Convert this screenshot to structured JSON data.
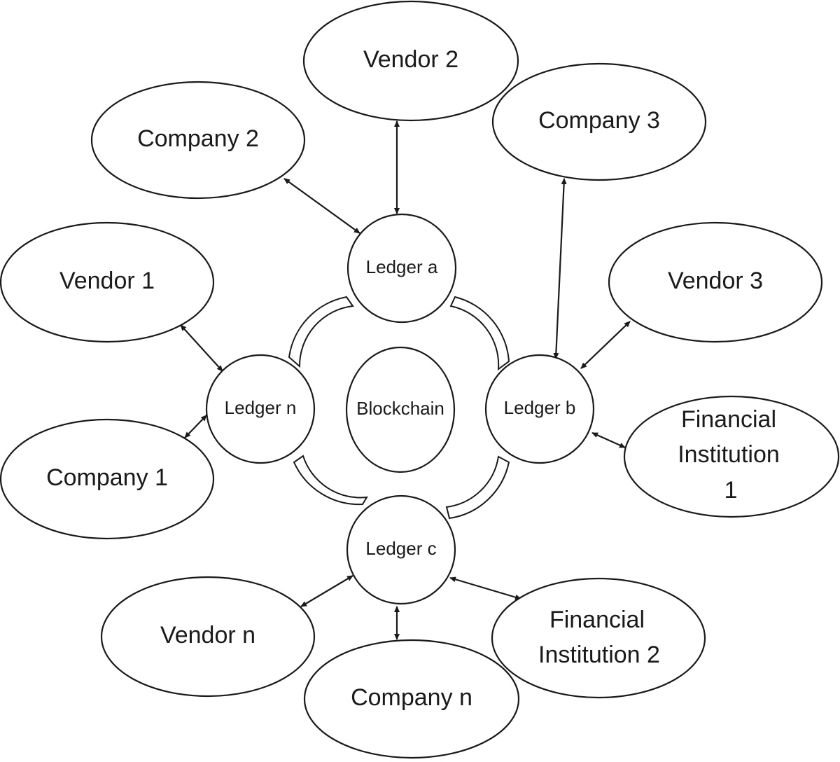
{
  "center": {
    "label": "Blockchain"
  },
  "ledgers": {
    "a": {
      "label": "Ledger a"
    },
    "b": {
      "label": "Ledger b"
    },
    "c": {
      "label": "Ledger c"
    },
    "n": {
      "label": "Ledger n"
    }
  },
  "participants": {
    "vendor_2": {
      "label": "Vendor 2"
    },
    "company_2": {
      "label": "Company 2"
    },
    "company_3": {
      "label": "Company 3"
    },
    "vendor_1": {
      "label": "Vendor 1"
    },
    "vendor_3": {
      "label": "Vendor 3"
    },
    "company_1": {
      "label": "Company 1"
    },
    "financial_institution_1": {
      "line1": "Financial",
      "line2": "Institution",
      "line3": "1"
    },
    "vendor_n": {
      "label": "Vendor n"
    },
    "financial_institution_2": {
      "line1": "Financial",
      "line2": "Institution 2"
    },
    "company_n": {
      "label": "Company n"
    }
  }
}
